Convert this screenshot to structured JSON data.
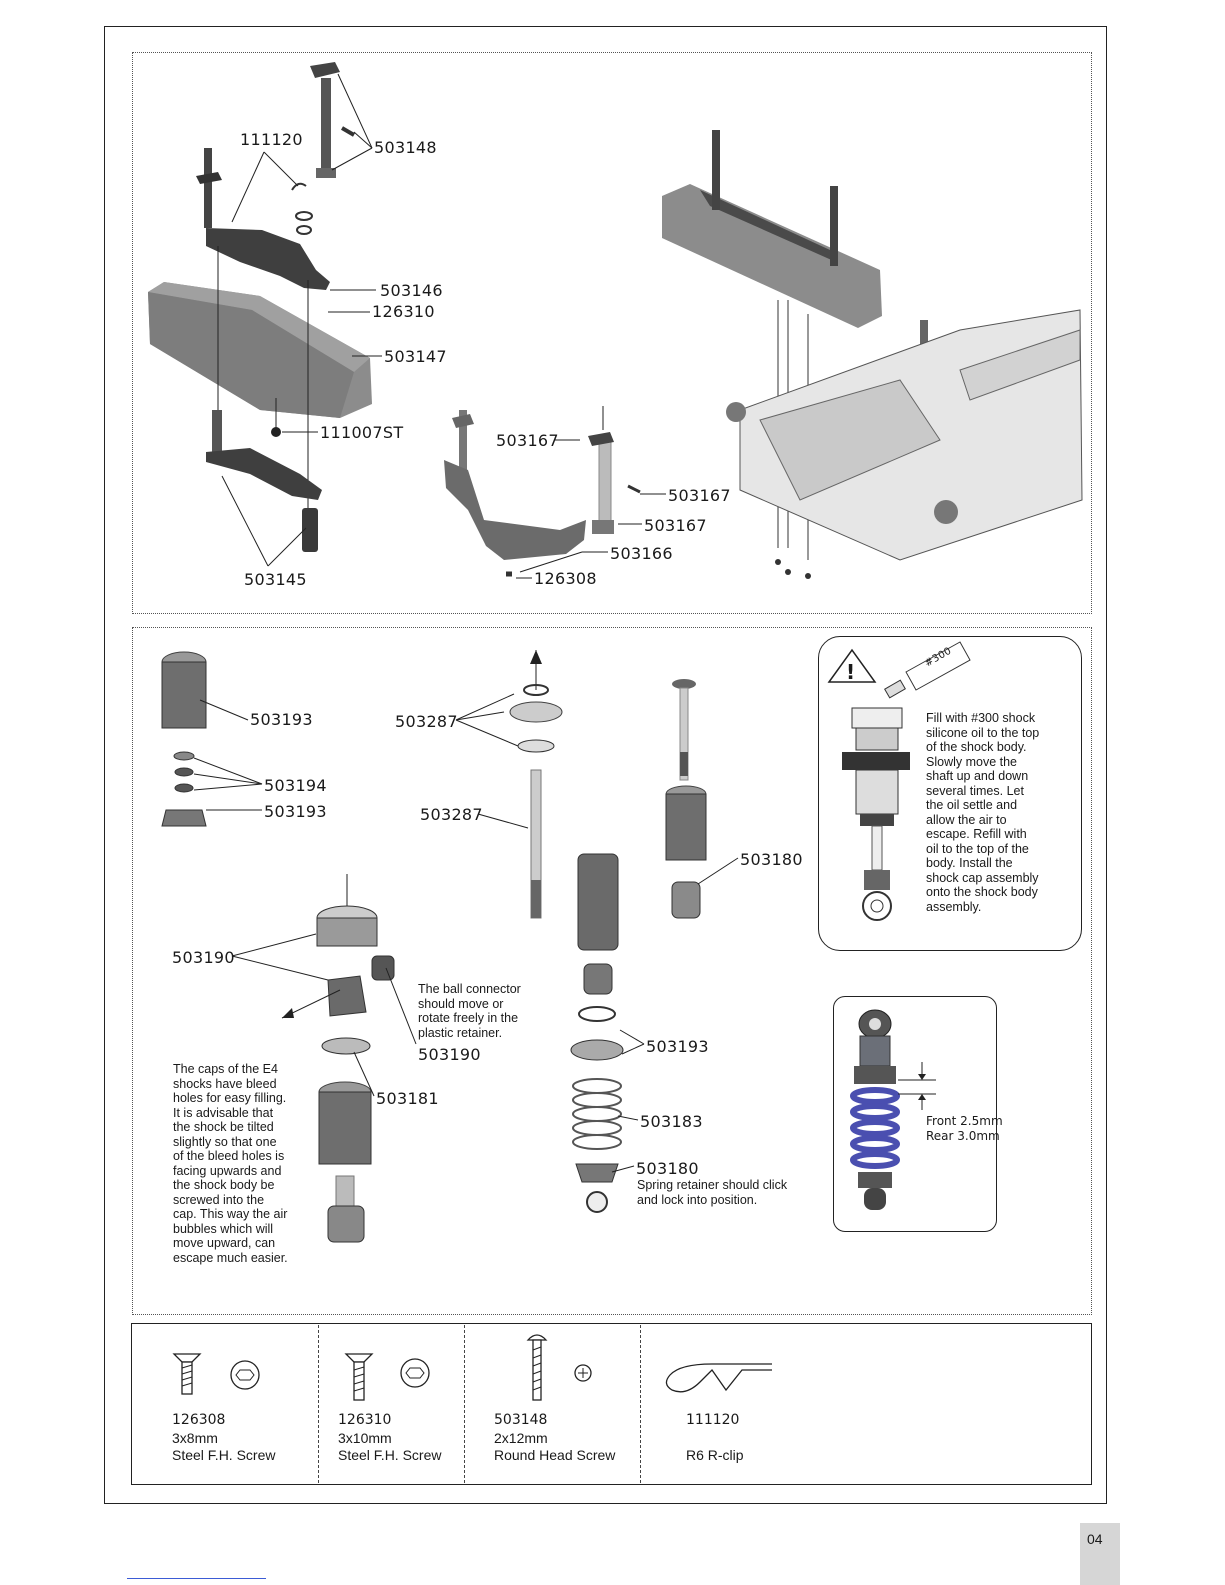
{
  "top_panel": {
    "labels": {
      "clip_top": "111120",
      "screw_post": "503148",
      "bracket": "503146",
      "screw_fh": "126310",
      "bumper": "503147",
      "nut": "111007ST",
      "lower_plate": "503145",
      "post_a": "503167",
      "post_b": "503167",
      "post_c": "503167",
      "carbon_plate": "503166",
      "screw_small": "126308"
    }
  },
  "mid_panel": {
    "labels": {
      "cap_top": "503193",
      "washers": "503194",
      "nut_bottom": "503193",
      "shaft_top": "503287",
      "shaft": "503287",
      "end_right": "503180",
      "cap_assembly": "503190",
      "ball_conn": "503190",
      "membrane": "503181",
      "spring_retainer": "503193",
      "spring": "503183",
      "lower_retainer": "503180"
    },
    "ball_note": [
      "The ball connector",
      "should move or",
      "rotate freely in the",
      "plastic retainer."
    ],
    "caps_note": [
      "The caps of the E4",
      "shocks have bleed",
      "holes for easy filling.",
      "It is advisable that",
      "the shock be tilted",
      "slightly so that one",
      "of the bleed holes is",
      "facing upwards and",
      "the shock body be",
      "screwed into the",
      "cap. This way the air",
      "bubbles which will",
      "move upward, can",
      "escape much easier."
    ],
    "spring_note": [
      "Spring retainer should click",
      "and lock into position."
    ],
    "oil_note": [
      "Fill with #300 shock",
      "silicone oil to the top",
      "of the shock body.",
      "Slowly move the",
      "shaft up and down",
      "several times.  Let",
      "the oil settle and",
      "allow the air to",
      "escape.  Refill with",
      "oil to the top of the",
      "body.  Install the",
      "shock cap assembly",
      "onto the shock body",
      "assembly."
    ],
    "tube_label": "#300",
    "warning_glyph": "!",
    "measure": [
      "Front  2.5mm",
      "Rear  3.0mm"
    ]
  },
  "parts": [
    {
      "number": "126308",
      "size": "3x8mm",
      "desc": "Steel F.H. Screw",
      "icon": "flat-head-screw-icon"
    },
    {
      "number": "126310",
      "size": "3x10mm",
      "desc": "Steel F.H. Screw",
      "icon": "flat-head-screw-icon"
    },
    {
      "number": "503148",
      "size": "2x12mm",
      "desc": "Round Head Screw",
      "icon": "round-head-screw-icon"
    },
    {
      "number": "111120",
      "size": "",
      "desc": "R6 R-clip",
      "icon": "r-clip-icon"
    }
  ],
  "page_number": "04",
  "colors": {
    "part_gray": "#8c8c8c",
    "dark_part": "#4a4a4a",
    "spring_blue": "#4a4fb0",
    "tab_gray": "#d6d6d6"
  }
}
